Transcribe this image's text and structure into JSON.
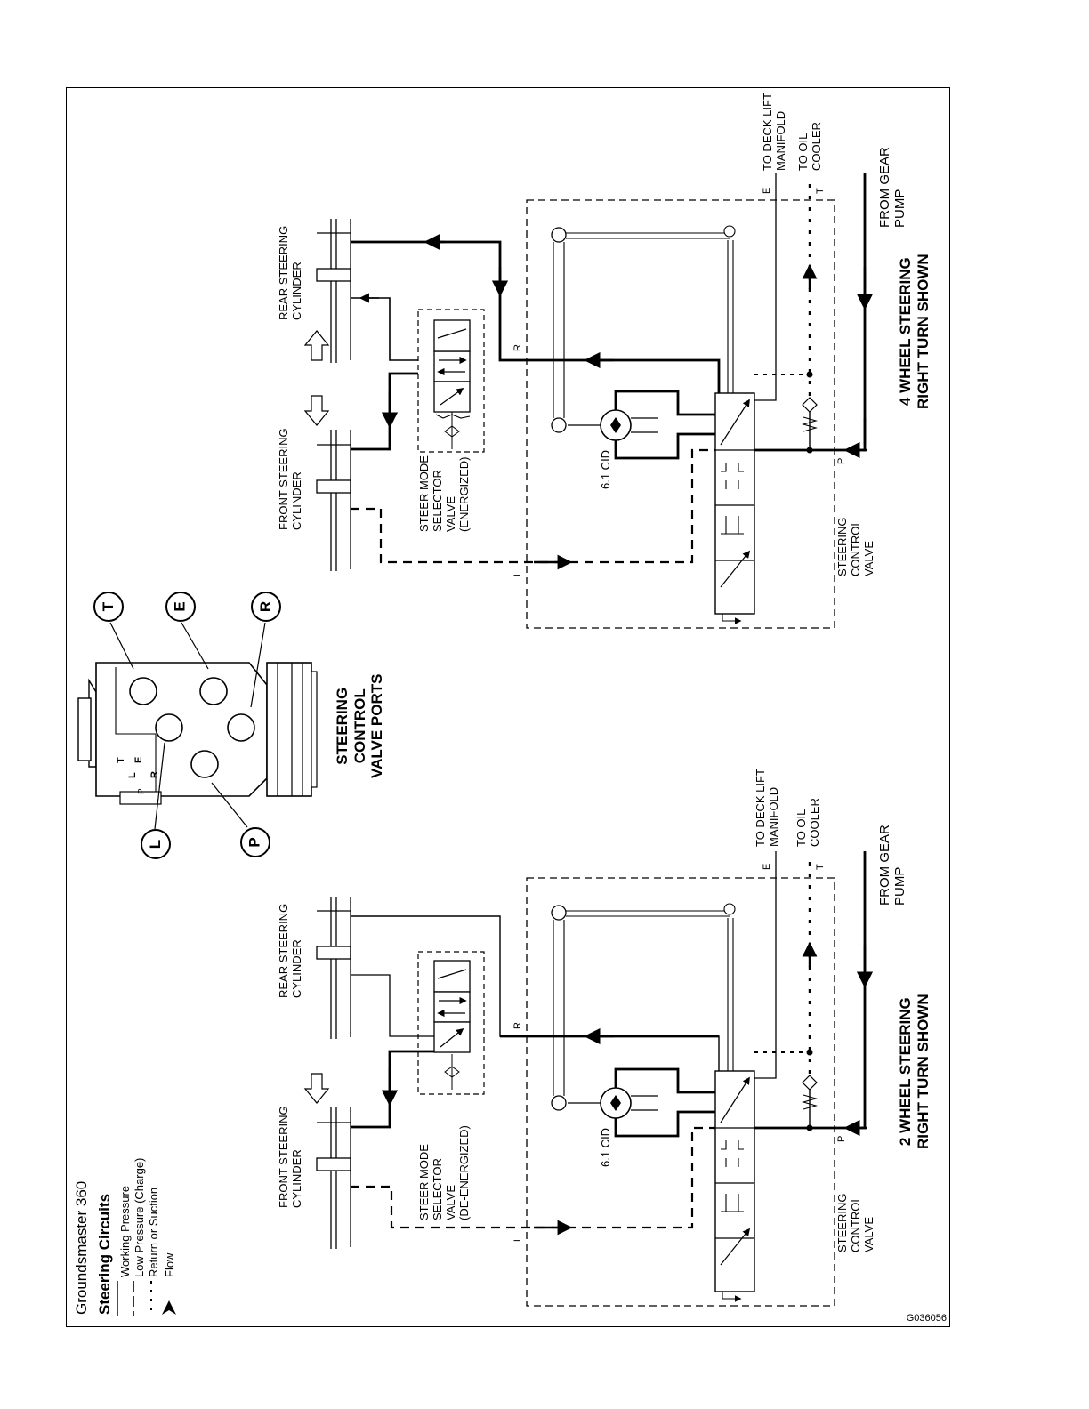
{
  "document": {
    "title": "Groundsmaster 360",
    "subtitle": "Steering Circuits",
    "figure_id": "G036056"
  },
  "legend": [
    {
      "line": "solid",
      "label": "Working Pressure"
    },
    {
      "line": "long-dash",
      "label": "Low  Pressure  (Charge)"
    },
    {
      "line": "short-dash",
      "label": "Return  or Suction"
    },
    {
      "line": "arrow",
      "label": "Flow"
    }
  ],
  "port_detail": {
    "title_lines": [
      "STEERING",
      "CONTROL",
      "VALVE PORTS"
    ],
    "ports": [
      "T",
      "E",
      "R",
      "L",
      "P"
    ],
    "housing_letters": [
      "T",
      "E",
      "L",
      "R",
      "P"
    ]
  },
  "circuits": {
    "four_wheel": {
      "title_line1": "4 WHEEL STEERING",
      "title_line2": "RIGHT TURN SHOWN",
      "front_cyl": [
        "FRONT STEERING",
        "CYLINDER"
      ],
      "rear_cyl": [
        "REAR STEERING",
        "CYLINDER"
      ],
      "selector": [
        "STEER MODE",
        "SELECTOR",
        "VALVE",
        "(ENERGIZED)"
      ],
      "control": [
        "STEERING",
        "CONTROL",
        "VALVE"
      ],
      "motor": "6.1 CID",
      "deck": [
        "TO DECK LIFT",
        "MANIFOLD"
      ],
      "cooler": [
        "TO OIL",
        "COOLER"
      ],
      "pump": [
        "FROM GEAR",
        "PUMP"
      ],
      "port_e": "E",
      "port_t": "T",
      "port_r": "R",
      "port_p": "P",
      "port_l": "L"
    },
    "two_wheel": {
      "title_line1": "2 WHEEL STEERING",
      "title_line2": "RIGHT TURN SHOWN",
      "front_cyl": [
        "FRONT STEERING",
        "CYLINDER"
      ],
      "rear_cyl": [
        "REAR STEERING",
        "CYLINDER"
      ],
      "selector": [
        "STEER MODE",
        "SELECTOR",
        "VALVE",
        "(DE-ENERGIZED)"
      ],
      "control": [
        "STEERING",
        "CONTROL",
        "VALVE"
      ],
      "motor": "6.1 CID",
      "deck": [
        "TO DECK LIFT",
        "MANIFOLD"
      ],
      "cooler": [
        "TO OIL",
        "COOLER"
      ],
      "pump": [
        "FROM GEAR",
        "PUMP"
      ],
      "port_e": "E",
      "port_t": "T",
      "port_r": "R",
      "port_p": "P",
      "port_l": "L"
    }
  }
}
